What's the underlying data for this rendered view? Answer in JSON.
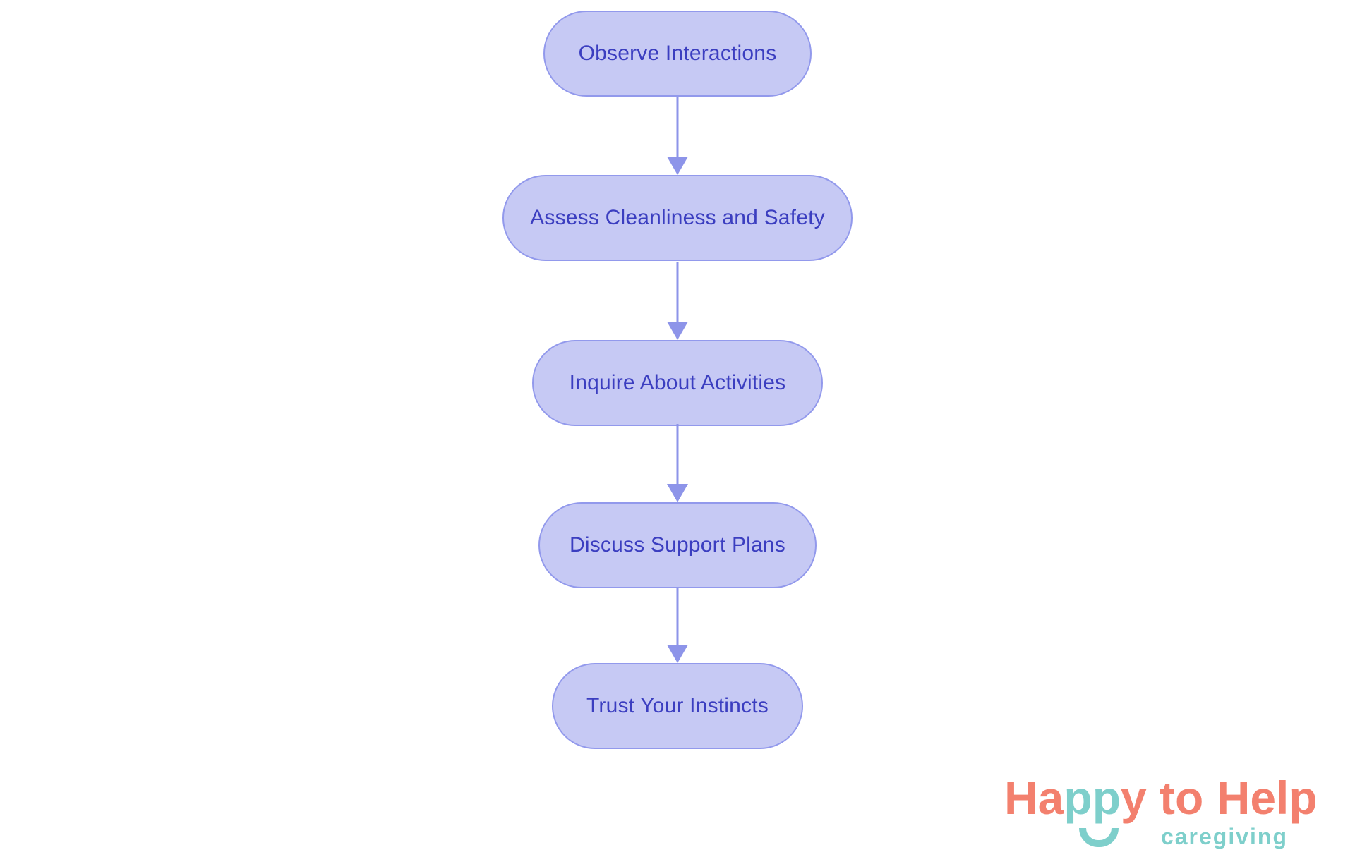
{
  "flowchart": {
    "type": "vertical-flow",
    "nodes": [
      {
        "label": "Observe Interactions"
      },
      {
        "label": "Assess Cleanliness and Safety"
      },
      {
        "label": "Inquire About Activities"
      },
      {
        "label": "Discuss Support Plans"
      },
      {
        "label": "Trust Your Instincts"
      }
    ],
    "connections": [
      {
        "from": 0,
        "to": 1
      },
      {
        "from": 1,
        "to": 2
      },
      {
        "from": 2,
        "to": 3
      },
      {
        "from": 3,
        "to": 4
      }
    ],
    "colors": {
      "node_fill": "#c6c9f4",
      "node_border": "#9299ec",
      "node_text": "#3b3ec0",
      "arrow": "#8d94e9",
      "background": "#ffffff"
    }
  },
  "logo": {
    "wordmark": "Happy to Help",
    "wordmark_part1": "Ha",
    "wordmark_part2": "pp",
    "wordmark_part3": "y to Help",
    "subtitle": "caregiving",
    "colors": {
      "coral": "#f3806e",
      "teal": "#7ecfcb"
    }
  }
}
